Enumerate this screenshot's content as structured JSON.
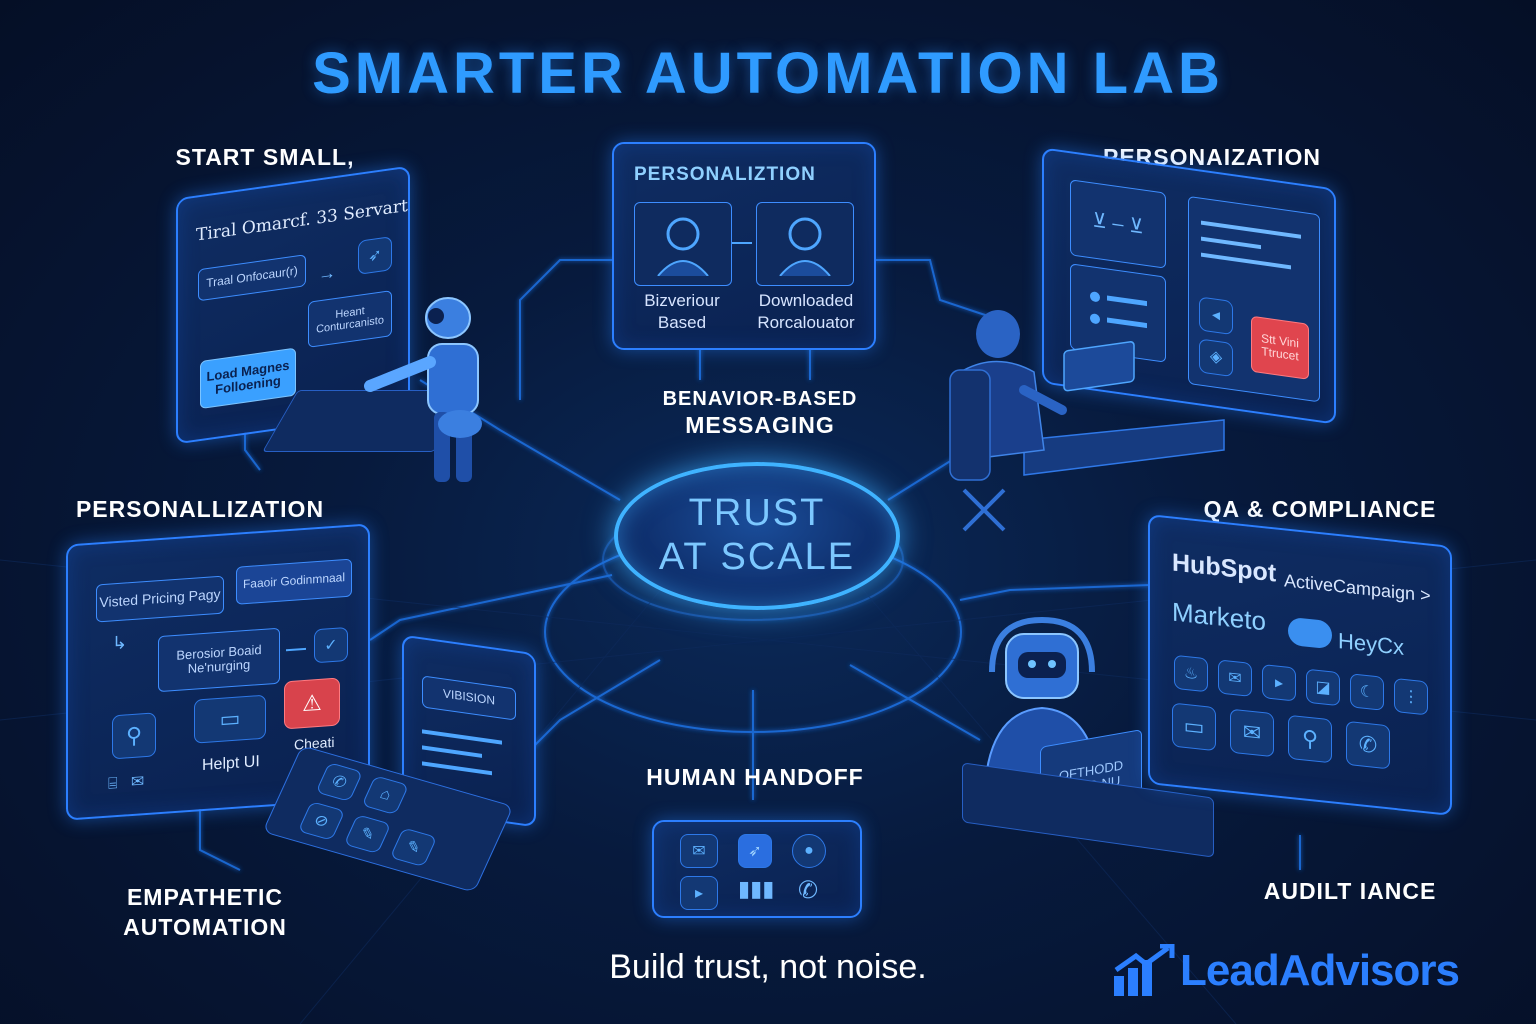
{
  "title": "SMARTER AUTOMATION LAB",
  "hub": {
    "line1": "TRUST",
    "line2": "AT SCALE"
  },
  "labels": {
    "top_left": "START SMALL,",
    "top_right": "PERSONAIZATION",
    "mid_left": "PERSONALLIZATION",
    "mid_right": "QA & COMPLIANCE",
    "center_top_1": "BENAVIOR-BASED",
    "center_top_2": "MESSAGING",
    "bottom_center": "HUMAN HANDOFF",
    "bottom_left_1": "EMPATHETIC",
    "bottom_left_2": "AUTOMATION",
    "bottom_right": "AUDILT IANCE"
  },
  "top_center_panel": {
    "heading": "PERSONALIZTION",
    "left_caption_1": "Bizveriour",
    "left_caption_2": "Based",
    "right_caption_1": "Downloaded",
    "right_caption_2": "Rorcalouator"
  },
  "top_left_panel": {
    "heading": "Tiral Omarcf. 33 Servart",
    "chip1": "Traal Onfocaur(r)",
    "chip2_1": "Heant",
    "chip2_2": "Conturcanisto",
    "chip3_1": "Load Magnes",
    "chip3_2": "Folloening"
  },
  "top_right_panel": {
    "alert_1": "Stt Vini",
    "alert_2": "Ttrucet"
  },
  "mid_left_panel": {
    "chip1": "Visted Pricing Pagy",
    "chip2": "Faaoir Godinmnaal",
    "chip3_1": "Berosior Boaid",
    "chip3_2": "Ne'nurging",
    "help": "Helpt UI",
    "cheat": "Cheati"
  },
  "tablet_left": {
    "screen_label": "VIBISION"
  },
  "mid_right_panel": {
    "brand1": "HubSpot",
    "brand2": "ActiveCampaign >",
    "brand3": "Marketo",
    "brand4": "HeyCx"
  },
  "bot_screen": {
    "line1": "OFTHODD",
    "line2": "CCLO NU"
  },
  "tagline": "Build trust, not noise.",
  "brand": "LeadAdvisors",
  "colors": {
    "accent": "#2f9bff",
    "hub_glow": "#3fb3ff",
    "alert": "#e0454e",
    "background": "#071a3d"
  },
  "icons": [
    "robot-icon",
    "person-at-desk-icon",
    "bot-agent-icon",
    "email-icon",
    "chart-icon",
    "phone-icon",
    "warning-icon",
    "location-pin-icon"
  ]
}
